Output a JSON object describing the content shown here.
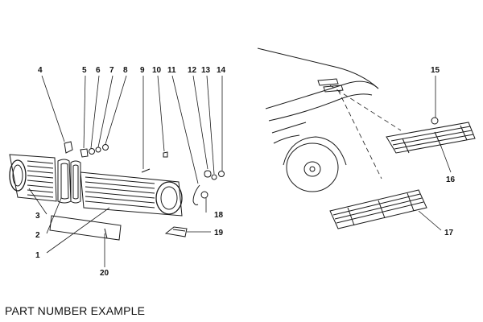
{
  "caption": "PART NUMBER EXAMPLE",
  "callouts": [
    "1",
    "2",
    "3",
    "4",
    "5",
    "6",
    "7",
    "8",
    "9",
    "10",
    "11",
    "12",
    "13",
    "14",
    "15",
    "16",
    "17",
    "18",
    "19",
    "20"
  ],
  "colors": {
    "ink": "#1a1a1a",
    "background": "#ffffff"
  }
}
